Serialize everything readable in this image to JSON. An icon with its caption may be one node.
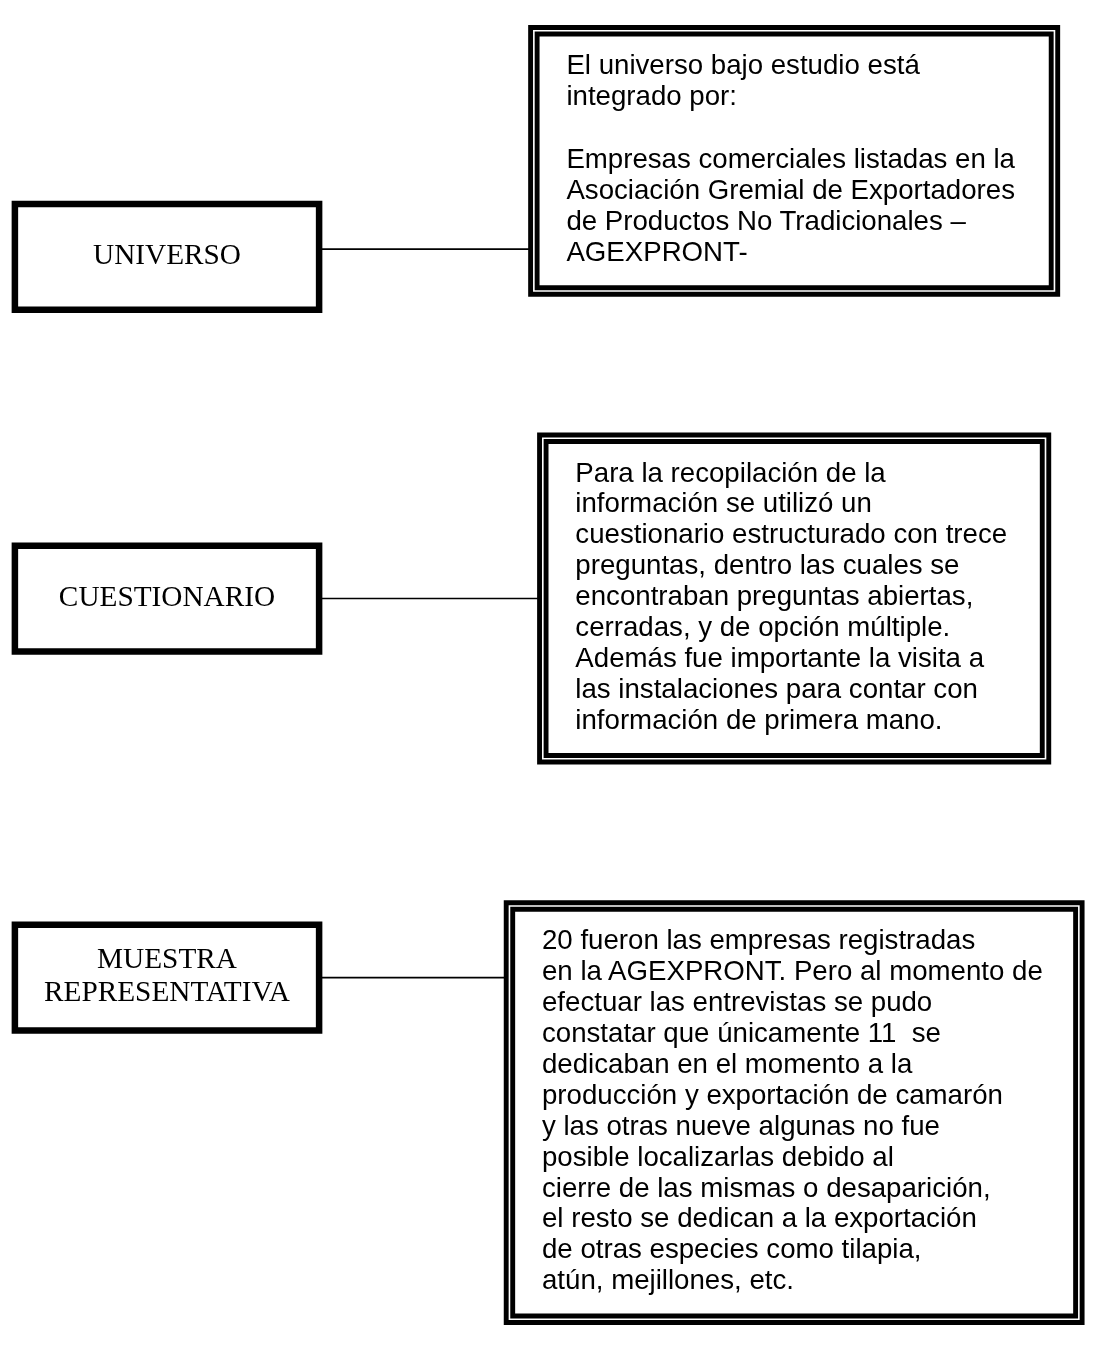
{
  "diagram": {
    "nodes": [
      {
        "text": [
          "UNIVERSO"
        ]
      },
      {
        "text": [
          "El universo bajo estudio está integrado por:",
          "Empresas comerciales listadas en la Asociación Gremial de Exportadores de Productos No Tradicionales – AGEXPRONT-"
        ]
      },
      {
        "text": [
          "CUESTIONARIO"
        ]
      },
      {
        "text": [
          "Para la recopilación de la información se utilizó un cuestionario estructurado con trece preguntas, dentro las cuales se encontraban preguntas abiertas, cerradas, y de opción múltiple. Además fue importante la visita a las instalaciones para contar con información de primera mano."
        ]
      },
      {
        "text": [
          "MUESTRA REPRESENTATIVA"
        ]
      },
      {
        "text": [
          "20 fueron las empresas registradas en la AGEXPRONT. Pero al momento de efectuar las entrevistas se pudo constatar que únicamente 11  se dedicaban en el momento a la producción y exportación de camarón y las otras nueve algunas no fue posible localizarlas debido al cierre de las mismas o desaparición, el resto se dedican a la exportación de otras especies como tilapia, atún, mejillones, etc."
        ]
      }
    ],
    "edges": [
      {
        "from": 0,
        "to": 1,
        "arrow": "none"
      },
      {
        "from": 2,
        "to": 3,
        "arrow": "none"
      },
      {
        "from": 4,
        "to": 5,
        "arrow": "none"
      }
    ]
  }
}
